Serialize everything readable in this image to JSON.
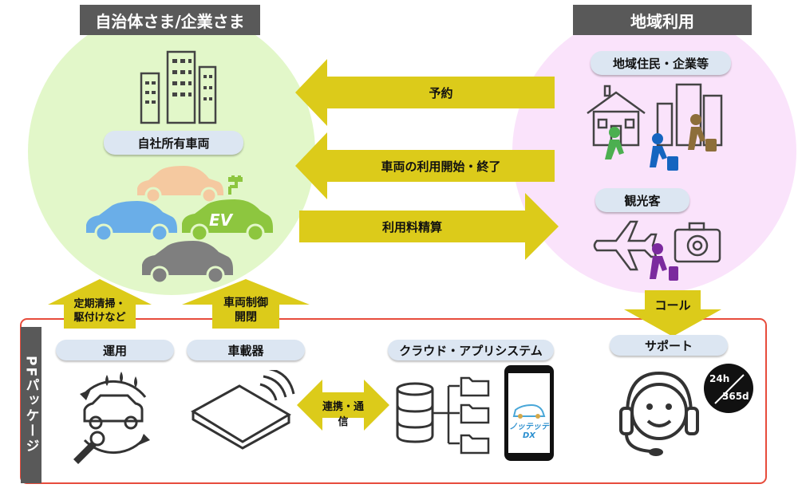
{
  "left_header": "自治体さま/企業さま",
  "right_header": "地域利用",
  "own_vehicles": "自社所有車両",
  "ev_label": "EV",
  "region_users": "地域住民・企業等",
  "tourists": "観光客",
  "arrows": {
    "reserve": "予約",
    "start_end": "車両の利用開始・終了",
    "fee": "利用料精算",
    "cleaning_line1": "定期清掃・",
    "cleaning_line2": "駆付けなど",
    "control_line1": "車両制御",
    "control_line2": "開閉",
    "call": "コール",
    "connect": "連携・通信"
  },
  "package": {
    "title": "PFパッケージ",
    "operation": "運用",
    "onboard": "車載器",
    "cloud": "クラウド・アプリシステム",
    "support": "サポート",
    "hours": "24h",
    "days": "365d",
    "app_brand": "ノッテッテDX"
  },
  "colors": {
    "green_circle": "#e2f7c9",
    "pink_circle": "#fae3fb",
    "arrow_yellow": "#dccb1a",
    "frame_red": "#e74c3c"
  }
}
